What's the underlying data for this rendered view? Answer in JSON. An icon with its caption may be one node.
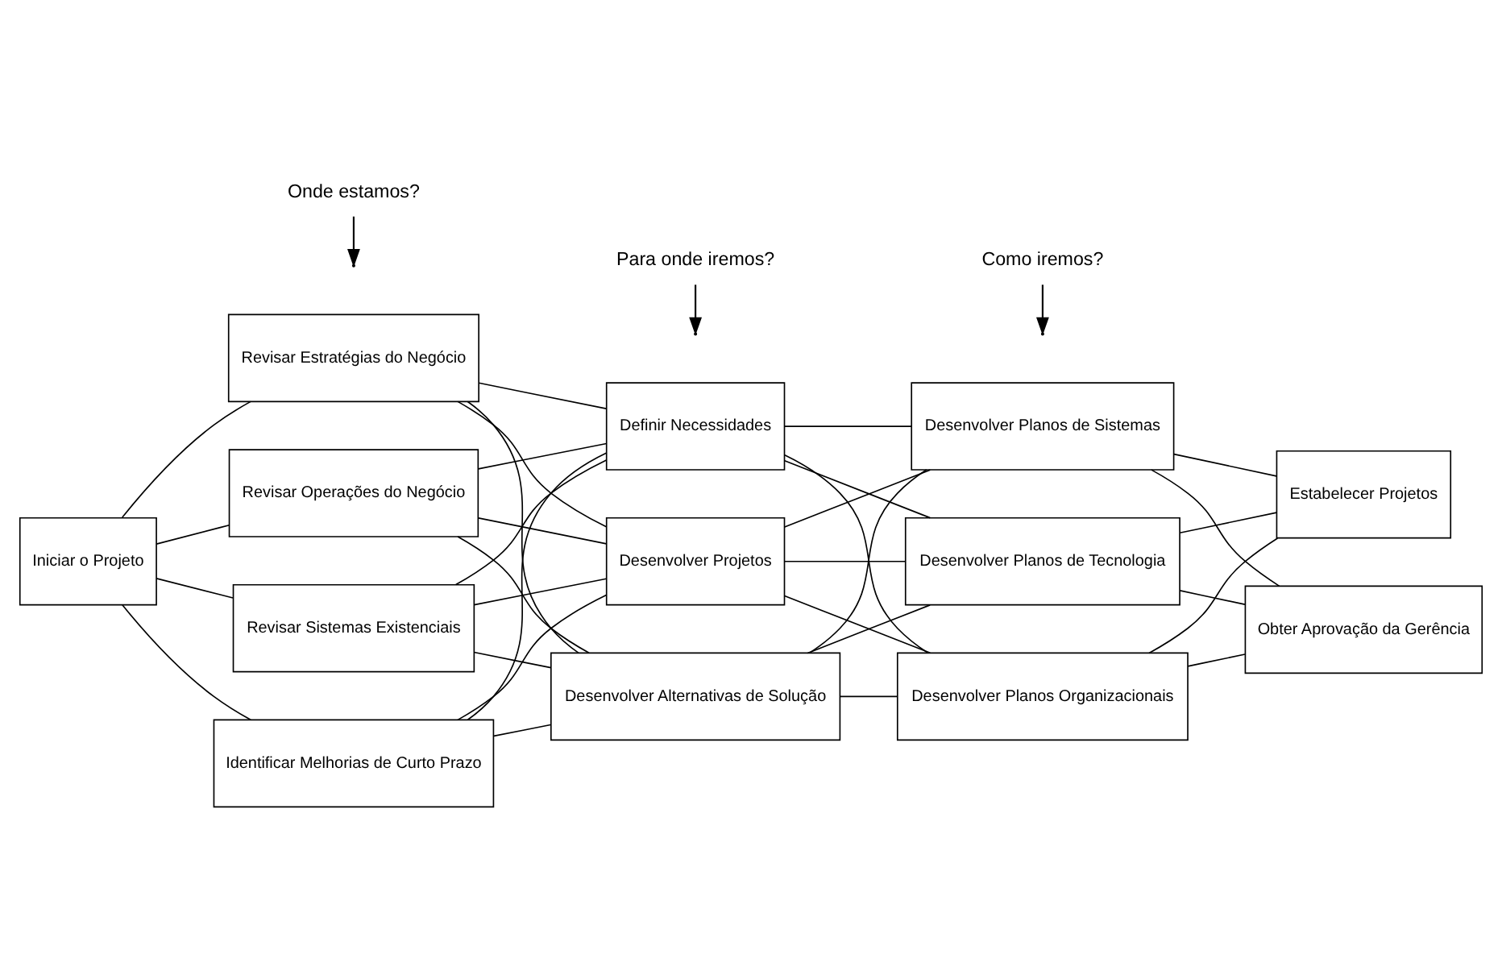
{
  "diagram": {
    "nodes": [
      {
        "text": [
          "Iniciar o Projeto"
        ]
      },
      {
        "text": [
          "Revisar Estratégias do Negócio"
        ]
      },
      {
        "text": [
          "Revisar Operações do Negócio"
        ]
      },
      {
        "text": [
          "Revisar Sistemas Existenciais"
        ]
      },
      {
        "text": [
          "Identificar Melhorias de Curto Prazo"
        ]
      },
      {
        "text": [
          "Definir Necessidades"
        ]
      },
      {
        "text": [
          "Desenvolver Projetos"
        ]
      },
      {
        "text": [
          "Desenvolver Alternativas de Solução"
        ]
      },
      {
        "text": [
          "Desenvolver Planos de Sistemas"
        ]
      },
      {
        "text": [
          "Desenvolver Planos de Tecnologia"
        ]
      },
      {
        "text": [
          "Desenvolver Planos Organizacionais"
        ]
      },
      {
        "text": [
          "Estabelecer Projetos"
        ]
      },
      {
        "text": [
          "Obter Aprovação da Gerência"
        ]
      },
      {
        "text": [
          "Onde estamos?"
        ]
      },
      {
        "text": [
          "Para onde iremos?"
        ]
      },
      {
        "text": [
          "Como iremos?"
        ]
      }
    ],
    "edges": [
      {
        "from": 13,
        "to": null,
        "arrow": "to"
      },
      {
        "from": 14,
        "to": null,
        "arrow": "to"
      },
      {
        "from": 15,
        "to": null,
        "arrow": "to"
      },
      {
        "from": 0,
        "to": 1,
        "arrow": "none"
      },
      {
        "from": 0,
        "to": 2,
        "arrow": "none"
      },
      {
        "from": 0,
        "to": 3,
        "arrow": "none"
      },
      {
        "from": 0,
        "to": 4,
        "arrow": "none"
      },
      {
        "from": 1,
        "to": 5,
        "arrow": "none"
      },
      {
        "from": 1,
        "to": 6,
        "arrow": "none"
      },
      {
        "from": 1,
        "to": 7,
        "arrow": "none"
      },
      {
        "from": 2,
        "to": 5,
        "arrow": "none"
      },
      {
        "from": 2,
        "to": 6,
        "arrow": "none"
      },
      {
        "from": 2,
        "to": 7,
        "arrow": "none"
      },
      {
        "from": 3,
        "to": 5,
        "arrow": "none"
      },
      {
        "from": 3,
        "to": 6,
        "arrow": "none"
      },
      {
        "from": 3,
        "to": 7,
        "arrow": "none"
      },
      {
        "from": 4,
        "to": 5,
        "arrow": "none"
      },
      {
        "from": 4,
        "to": 6,
        "arrow": "none"
      },
      {
        "from": 4,
        "to": 7,
        "arrow": "none"
      },
      {
        "from": 5,
        "to": 8,
        "arrow": "none"
      },
      {
        "from": 5,
        "to": 9,
        "arrow": "none"
      },
      {
        "from": 5,
        "to": 10,
        "arrow": "none"
      },
      {
        "from": 6,
        "to": 8,
        "arrow": "none"
      },
      {
        "from": 6,
        "to": 9,
        "arrow": "none"
      },
      {
        "from": 6,
        "to": 10,
        "arrow": "none"
      },
      {
        "from": 7,
        "to": 8,
        "arrow": "none"
      },
      {
        "from": 7,
        "to": 9,
        "arrow": "none"
      },
      {
        "from": 7,
        "to": 10,
        "arrow": "none"
      },
      {
        "from": 8,
        "to": 11,
        "arrow": "none"
      },
      {
        "from": 8,
        "to": 12,
        "arrow": "none"
      },
      {
        "from": 9,
        "to": 11,
        "arrow": "none"
      },
      {
        "from": 9,
        "to": 12,
        "arrow": "none"
      },
      {
        "from": 10,
        "to": 11,
        "arrow": "none"
      },
      {
        "from": 10,
        "to": 12,
        "arrow": "none"
      }
    ]
  }
}
